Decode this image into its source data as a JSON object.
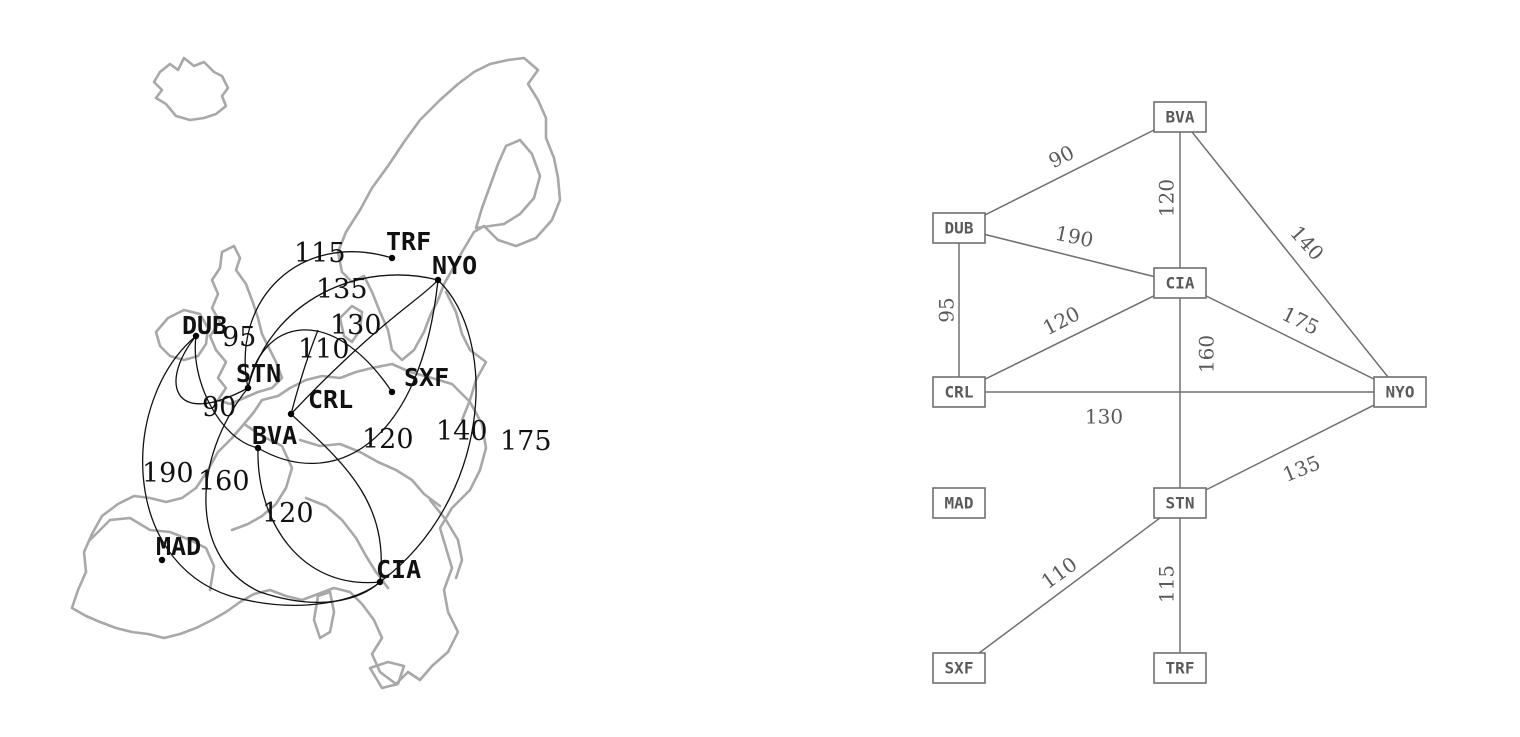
{
  "map_panel": {
    "airports": [
      {
        "id": "DUB",
        "label": "DUB"
      },
      {
        "id": "STN",
        "label": "STN"
      },
      {
        "id": "CRL",
        "label": "CRL"
      },
      {
        "id": "BVA",
        "label": "BVA"
      },
      {
        "id": "TRF",
        "label": "TRF"
      },
      {
        "id": "NYO",
        "label": "NYO"
      },
      {
        "id": "SXF",
        "label": "SXF"
      },
      {
        "id": "MAD",
        "label": "MAD"
      },
      {
        "id": "CIA",
        "label": "CIA"
      }
    ],
    "routes": [
      {
        "from": "DUB",
        "to": "STN",
        "label": "95"
      },
      {
        "from": "DUB",
        "to": "BVA",
        "label": "90"
      },
      {
        "from": "DUB",
        "to": "CIA",
        "label": "190"
      },
      {
        "from": "BVA",
        "to": "CIA",
        "label": "120"
      },
      {
        "from": "STN",
        "to": "CIA",
        "label": "160"
      },
      {
        "from": "STN",
        "to": "TRF",
        "label": "115"
      },
      {
        "from": "STN",
        "to": "NYO",
        "label": "135"
      },
      {
        "from": "STN",
        "to": "SXF",
        "label": "110"
      },
      {
        "from": "CRL",
        "to": "NYO",
        "label": "130"
      },
      {
        "from": "CRL",
        "to": "CIA",
        "label": "120"
      },
      {
        "from": "BVA",
        "to": "NYO",
        "label": "140"
      },
      {
        "from": "CIA",
        "to": "NYO",
        "label": "175"
      }
    ]
  },
  "graph_panel": {
    "nodes": [
      {
        "id": "BVA",
        "label": "BVA"
      },
      {
        "id": "DUB",
        "label": "DUB"
      },
      {
        "id": "CIA",
        "label": "CIA"
      },
      {
        "id": "CRL",
        "label": "CRL"
      },
      {
        "id": "NYO",
        "label": "NYO"
      },
      {
        "id": "MAD",
        "label": "MAD"
      },
      {
        "id": "STN",
        "label": "STN"
      },
      {
        "id": "SXF",
        "label": "SXF"
      },
      {
        "id": "TRF",
        "label": "TRF"
      }
    ],
    "edges": [
      {
        "from": "DUB",
        "to": "BVA",
        "label": "90"
      },
      {
        "from": "BVA",
        "to": "CIA",
        "label": "120"
      },
      {
        "from": "BVA",
        "to": "NYO",
        "label": "140"
      },
      {
        "from": "DUB",
        "to": "CIA",
        "label": "190"
      },
      {
        "from": "DUB",
        "to": "CRL",
        "label": "95"
      },
      {
        "from": "CRL",
        "to": "CIA",
        "label": "120"
      },
      {
        "from": "CIA",
        "to": "NYO",
        "label": "175"
      },
      {
        "from": "CIA",
        "to": "STN",
        "label": "160"
      },
      {
        "from": "CRL",
        "to": "NYO",
        "label": "130"
      },
      {
        "from": "STN",
        "to": "NYO",
        "label": "135"
      },
      {
        "from": "STN",
        "to": "SXF",
        "label": "110"
      },
      {
        "from": "STN",
        "to": "TRF",
        "label": "115"
      }
    ]
  }
}
